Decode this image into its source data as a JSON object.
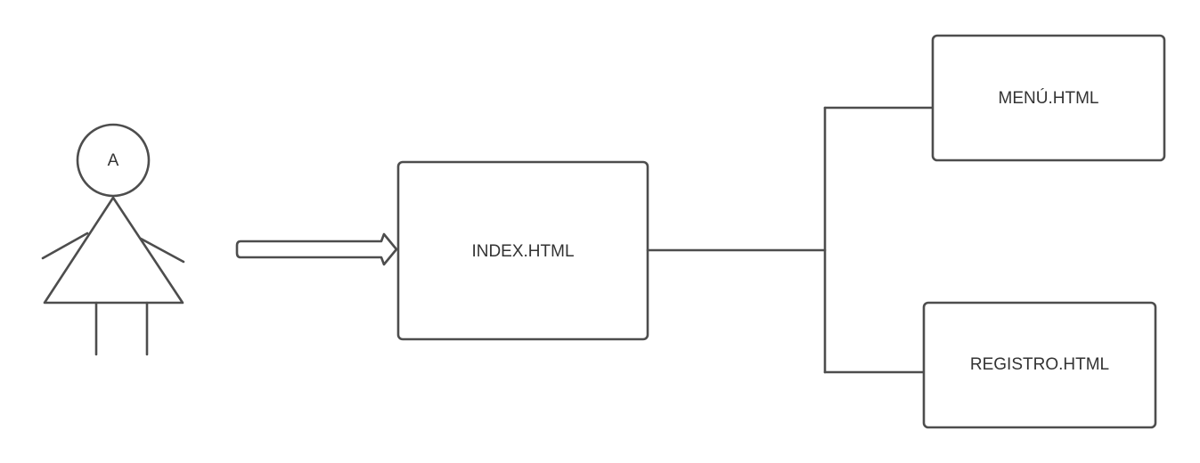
{
  "actor": {
    "label": "A"
  },
  "nodes": {
    "index": "INDEX.HTML",
    "menu": "MENÚ.HTML",
    "registro": "REGISTRO.HTML"
  },
  "colors": {
    "stroke": "#4d4d4d",
    "text": "#333333",
    "background": "#ffffff"
  }
}
